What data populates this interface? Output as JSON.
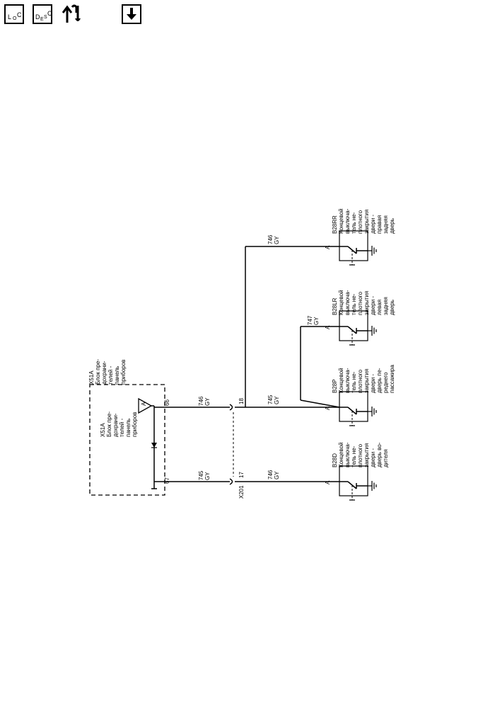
{
  "toolbar": {
    "loc": {
      "a": "L",
      "b": "O",
      "c": "C"
    },
    "desc": {
      "a": "D",
      "b": "E",
      "c": "S",
      "d": "C"
    }
  },
  "diagram": {
    "x51a": {
      "outer": [
        "X51A",
        "Блок пре-",
        "дохрани-",
        "телей -",
        "панель",
        "приборов"
      ],
      "inner": [
        "X51A",
        "Блок пре-",
        "дохрани-",
        "телей -",
        "панель",
        "приборов"
      ],
      "triangle_label": "A",
      "pin_66": "66",
      "pin_67": "67"
    },
    "wires": {
      "w746_top": [
        "746",
        "GY"
      ],
      "w745_bottom": [
        "745",
        "GY"
      ],
      "w745_mid": [
        "745",
        "GY"
      ],
      "w746_low": [
        "746",
        "GY"
      ],
      "w747": [
        "747",
        "GY"
      ],
      "w746_right": [
        "746",
        "GY"
      ]
    },
    "connector": {
      "name": "X201",
      "pin_17": "17",
      "pin_18": "18"
    },
    "switches": [
      {
        "id": "B28D",
        "pin": "A",
        "lines": [
          "B28D",
          "Концевой",
          "выключа-",
          "тель не-",
          "плотного",
          "закрытия",
          "двери -",
          "дверь во-",
          "дителя"
        ]
      },
      {
        "id": "B28P",
        "pin": "A",
        "lines": [
          "B28P",
          "Концевой",
          "выключа-",
          "тель не-",
          "плотного",
          "закрытия",
          "двери -",
          "дверь пе-",
          "реднего",
          "пассажира"
        ]
      },
      {
        "id": "B28LR",
        "pin": "A",
        "lines": [
          "B28LR",
          "Концевой",
          "выключа-",
          "тель не-",
          "плотного",
          "закрытия",
          "двери -",
          "левая",
          "задняя",
          "дверь"
        ]
      },
      {
        "id": "B28RR",
        "pin": "A",
        "lines": [
          "B28RR",
          "Концевой",
          "выключа-",
          "тель не-",
          "плотного",
          "закрытия",
          "двери -",
          "правая",
          "задняя",
          "дверь"
        ]
      }
    ]
  }
}
